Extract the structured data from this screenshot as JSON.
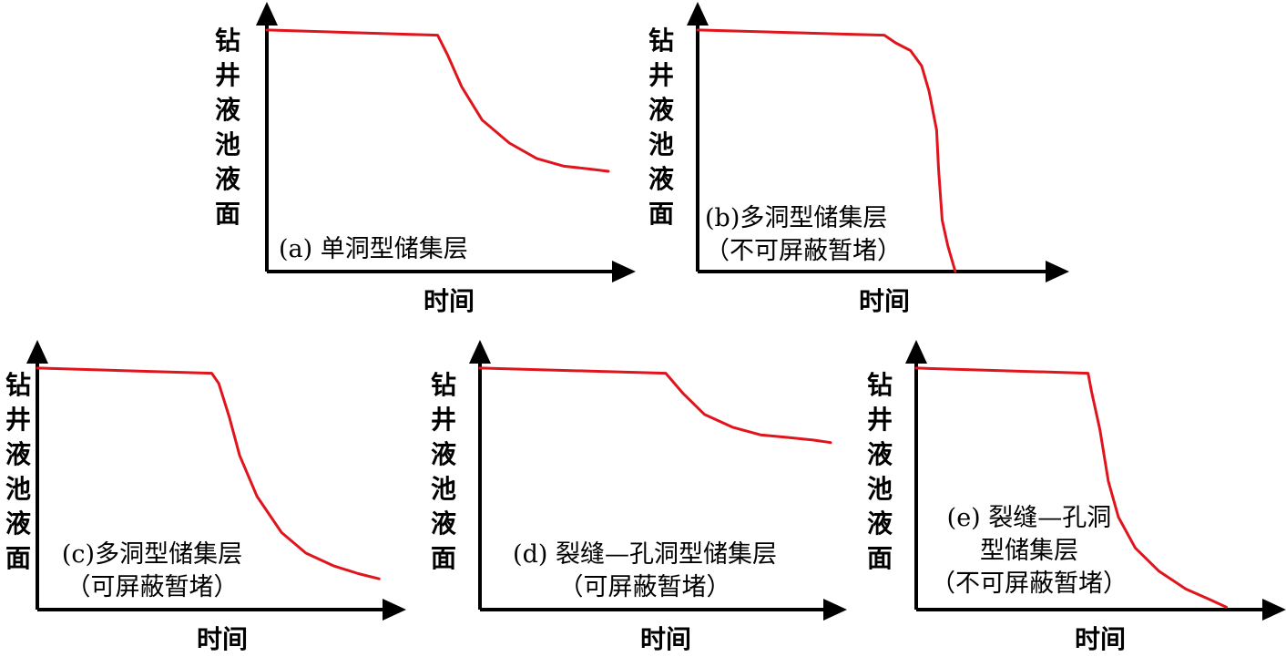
{
  "chart_data": [
    {
      "id": "a",
      "type": "line",
      "ylabel": "钻井液池液面",
      "xlabel": "时间",
      "caption": [
        "(a) 单洞型储集层"
      ],
      "curve": [
        [
          0,
          0.94
        ],
        [
          0.5,
          0.92
        ],
        [
          0.53,
          0.84
        ],
        [
          0.57,
          0.72
        ],
        [
          0.63,
          0.59
        ],
        [
          0.71,
          0.5
        ],
        [
          0.79,
          0.44
        ],
        [
          0.87,
          0.41
        ],
        [
          0.94,
          0.4
        ],
        [
          1.0,
          0.39
        ]
      ]
    },
    {
      "id": "b",
      "type": "line",
      "ylabel": "钻井液池液面",
      "xlabel": "时间",
      "caption": [
        "(b)多洞型储集层",
        "（不可屏蔽暂堵）"
      ],
      "curve": [
        [
          0,
          0.94
        ],
        [
          0.5,
          0.92
        ],
        [
          0.53,
          0.89
        ],
        [
          0.57,
          0.86
        ],
        [
          0.6,
          0.8
        ],
        [
          0.62,
          0.7
        ],
        [
          0.64,
          0.55
        ],
        [
          0.645,
          0.4
        ],
        [
          0.655,
          0.2
        ],
        [
          0.67,
          0.1
        ],
        [
          0.69,
          0.0
        ]
      ]
    },
    {
      "id": "c",
      "type": "line",
      "ylabel": "钻井液池液面",
      "xlabel": "时间",
      "caption": [
        "(c)多洞型储集层",
        "（可屏蔽暂堵）"
      ],
      "curve": [
        [
          0,
          0.94
        ],
        [
          0.5,
          0.92
        ],
        [
          0.52,
          0.88
        ],
        [
          0.55,
          0.75
        ],
        [
          0.58,
          0.6
        ],
        [
          0.63,
          0.44
        ],
        [
          0.7,
          0.3
        ],
        [
          0.77,
          0.22
        ],
        [
          0.85,
          0.17
        ],
        [
          0.92,
          0.14
        ],
        [
          0.98,
          0.12
        ]
      ]
    },
    {
      "id": "d",
      "type": "line",
      "ylabel": "钻井液池液面",
      "xlabel": "时间",
      "caption": [
        "(d) 裂缝—孔洞型储集层",
        "（可屏蔽暂堵）"
      ],
      "curve": [
        [
          0,
          0.94
        ],
        [
          0.53,
          0.92
        ],
        [
          0.58,
          0.84
        ],
        [
          0.64,
          0.76
        ],
        [
          0.72,
          0.71
        ],
        [
          0.8,
          0.68
        ],
        [
          0.88,
          0.67
        ],
        [
          0.95,
          0.66
        ],
        [
          1.0,
          0.65
        ]
      ]
    },
    {
      "id": "e",
      "type": "line",
      "ylabel": "钻井液池液面",
      "xlabel": "时间",
      "caption": [
        "(e) 裂缝—孔洞",
        "型储集层",
        "（不可屏蔽暂堵）"
      ],
      "curve": [
        [
          0,
          0.94
        ],
        [
          0.51,
          0.92
        ],
        [
          0.52,
          0.85
        ],
        [
          0.545,
          0.7
        ],
        [
          0.57,
          0.5
        ],
        [
          0.6,
          0.36
        ],
        [
          0.65,
          0.24
        ],
        [
          0.72,
          0.15
        ],
        [
          0.8,
          0.08
        ],
        [
          0.87,
          0.04
        ],
        [
          0.92,
          0.01
        ]
      ]
    }
  ]
}
